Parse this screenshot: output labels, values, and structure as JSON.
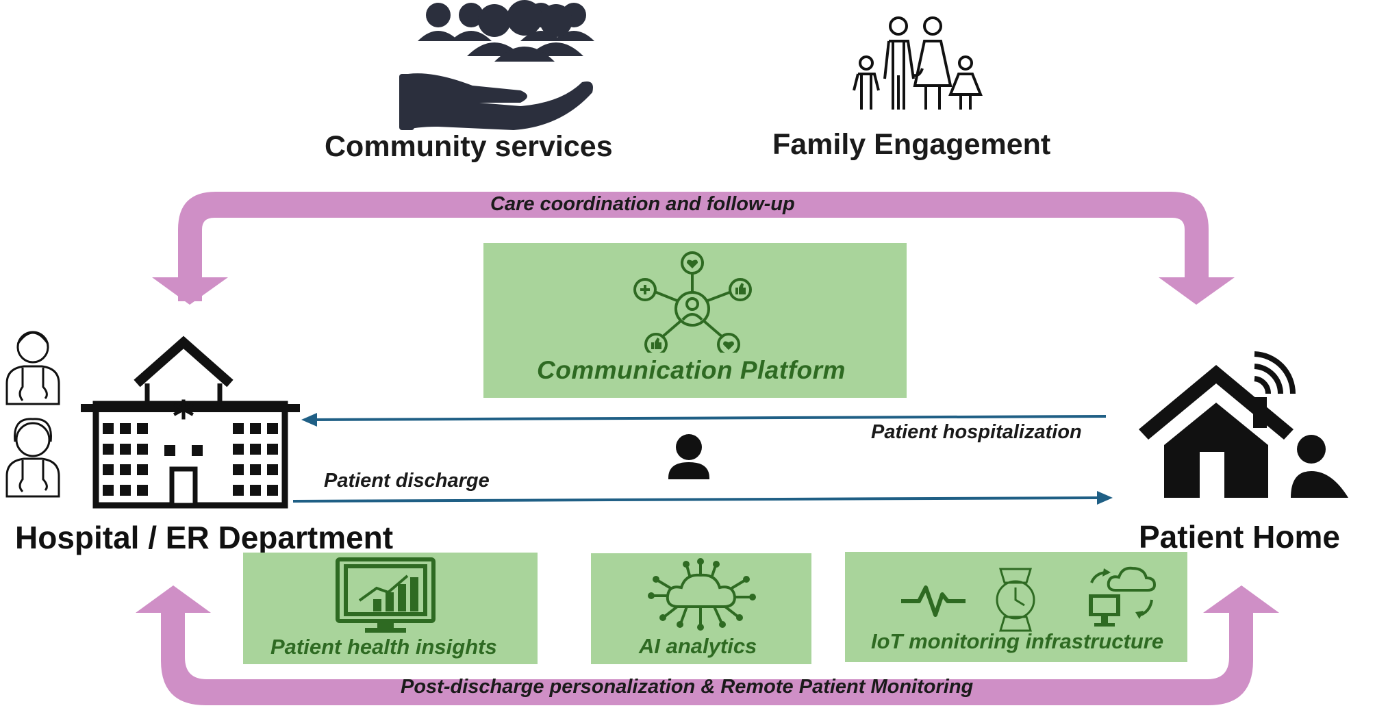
{
  "top": {
    "community_label": "Community services",
    "family_label": "Family Engagement"
  },
  "arrows": {
    "top_label": "Care coordination and follow-up",
    "bottom_label": "Post-discharge personalization & Remote Patient Monitoring",
    "hospitalization_label": "Patient hospitalization",
    "discharge_label": "Patient discharge"
  },
  "nodes": {
    "hospital_label": "Hospital / ER Department",
    "home_label": "Patient Home"
  },
  "boxes": {
    "communication": "Communication Platform",
    "insights": "Patient health insights",
    "ai": "AI analytics",
    "iot": "IoT monitoring infrastructure"
  },
  "colors": {
    "loop_arrow": "#cf8fc6",
    "box_fill": "#a9d49b",
    "box_icon": "#2e6a22",
    "flow_arrow": "#1f5f85"
  },
  "icons": [
    "community-hand-icon",
    "family-icon",
    "doctor-icon",
    "hospital-icon",
    "house-wifi-icon",
    "person-icon",
    "network-icon",
    "monitor-chart-icon",
    "cloud-circuit-icon",
    "heartbeat-icon",
    "watch-icon",
    "cloud-sync-icon"
  ]
}
